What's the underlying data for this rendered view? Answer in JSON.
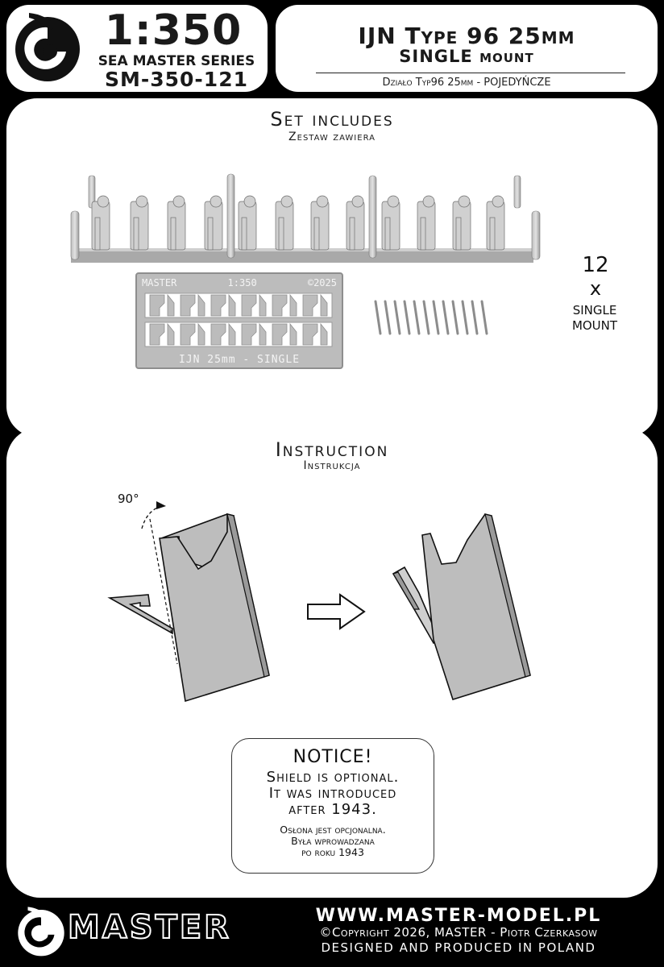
{
  "header": {
    "scale": "1:350",
    "series": "SEA MASTER SERIES",
    "code": "SM-350-121",
    "title_line1": "IJN Type 96 25mm",
    "title_line2": "SINGLE mount",
    "subtitle_pl": "Działo Typ96 25mm - POJEDYŃCZE"
  },
  "includes": {
    "title": "Set includes",
    "subtitle": "Zestaw zawiera",
    "quantity": "12",
    "times": "x",
    "label_line1": "SINGLE",
    "label_line2": "MOUNT",
    "fret_top_left": "MASTER",
    "fret_top_mid": "1:350",
    "fret_top_right": "©2025",
    "fret_bottom": "IJN 25mm - SINGLE"
  },
  "instruction": {
    "title": "Instruction",
    "subtitle": "Instrukcja",
    "angle_label": "90°"
  },
  "notice": {
    "title": "NOTICE!",
    "line1": "Shield is optional.",
    "line2": "It was introduced",
    "line3": "after 1943.",
    "pl_line1": "Osłona jest opcjonalna.",
    "pl_line2": "Była wprowadzana",
    "pl_line3": "po roku 1943"
  },
  "footer": {
    "brand": "MASTER",
    "url": "WWW.MASTER-MODEL.PL",
    "copyright": "©Copyright 2026, MASTER - Piotr Czerkasow",
    "made": "DESIGNED AND PRODUCED IN POLAND"
  }
}
